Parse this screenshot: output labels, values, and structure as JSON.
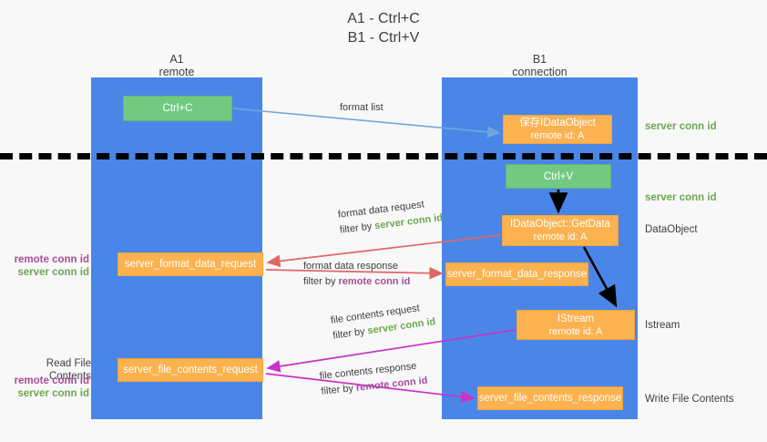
{
  "title": {
    "line1": "A1 - Ctrl+C",
    "line2": "B1 - Ctrl+V"
  },
  "lanes": {
    "a": {
      "name": "A1",
      "role": "remote"
    },
    "b": {
      "name": "B1",
      "role": "connection"
    }
  },
  "boxes": {
    "ctrl_c": {
      "label": "Ctrl+C",
      "color": "#72ca82"
    },
    "idataobject": {
      "line1": "保存IDataObject",
      "line2": "remote id: A",
      "color": "#fbb24f"
    },
    "ctrl_v": {
      "label": "Ctrl+V",
      "color": "#72ca82"
    },
    "getdata": {
      "line1": "IDataObject::GetData",
      "line2": "remote id: A",
      "color": "#fbb24f"
    },
    "sfd_request": {
      "label": "server_format_data_request",
      "color": "#fbb24f"
    },
    "sfd_response": {
      "label": "server_format_data_response",
      "color": "#fbb24f"
    },
    "istream": {
      "line1": "IStream",
      "line2": "remote id: A",
      "color": "#fbb24f"
    },
    "sfc_request": {
      "label": "server_file_contents_request",
      "color": "#fbb24f"
    },
    "sfc_response": {
      "label": "server_file_contents_response",
      "color": "#fbb24f"
    }
  },
  "edges": {
    "format_list": {
      "label": "format list"
    },
    "format_data_request": {
      "line1": "format data request",
      "filter_prefix": "filter by ",
      "filter_value": "server conn id"
    },
    "format_data_response": {
      "line1": "format data response",
      "filter_prefix": "filter by ",
      "filter_value": "remote conn id"
    },
    "file_contents_request": {
      "line1": "file contents request",
      "filter_prefix": "filter by ",
      "filter_value": "server conn id"
    },
    "file_contents_response": {
      "line1": "file contents response",
      "filter_prefix": "filter by ",
      "filter_value": "remote conn id"
    }
  },
  "annotations": {
    "server_conn_id_top": "server conn id",
    "server_conn_id_mid": "server conn id",
    "dataobject": "DataObject",
    "istream": "Istream",
    "write_file_contents": "Write File Contents",
    "read_file_contents": "Read File Contents",
    "remote_conn_id": "remote conn id",
    "server_conn_id": "server conn id"
  },
  "colors": {
    "lane": "#4a86e8",
    "green_text": "#6aa84f",
    "magenta_text": "#a64d9a",
    "arrow_blue": "#6fa8dc",
    "arrow_red": "#e06666",
    "arrow_magenta": "#c832c8",
    "arrow_black": "#000000",
    "box_green": "#72ca82",
    "box_orange": "#fbb24f",
    "background": "#f8f8f8"
  }
}
